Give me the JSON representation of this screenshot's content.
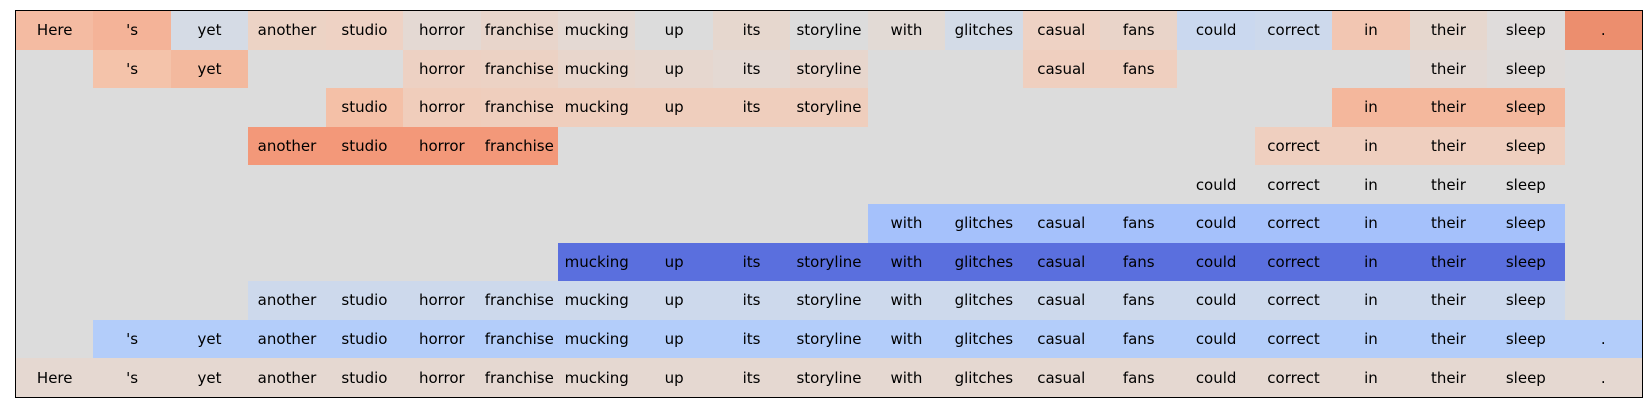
{
  "chart_data": {
    "type": "heatmap",
    "title": "",
    "tokens": [
      "Here",
      "'s",
      "yet",
      "another",
      "studio",
      "horror",
      "franchise",
      "mucking",
      "up",
      "its",
      "storyline",
      "with",
      "glitches",
      "casual",
      "fans",
      "could",
      "correct",
      "in",
      "their",
      "sleep",
      "."
    ],
    "rows": [
      {
        "cells": [
          [
            0,
            "#f4bba2"
          ],
          [
            1,
            "#f4b398"
          ],
          [
            2,
            "#d5dbe5"
          ],
          [
            3,
            "#ecd3c5"
          ],
          [
            4,
            "#eed2c4"
          ],
          [
            5,
            "#e4d9d3"
          ],
          [
            6,
            "#e8d5cb"
          ],
          [
            7,
            "#e4d9d3"
          ],
          [
            8,
            "#dcdcdc"
          ],
          [
            9,
            "#e6d7ce"
          ],
          [
            10,
            "#dcdcdc"
          ],
          [
            11,
            "#e2dad5"
          ],
          [
            12,
            "#d3dbe7"
          ],
          [
            13,
            "#eed2c4"
          ],
          [
            14,
            "#e9d4c9"
          ],
          [
            15,
            "#cad8ef"
          ],
          [
            16,
            "#cdd9ec"
          ],
          [
            17,
            "#f2c6b2"
          ],
          [
            18,
            "#e6d7ce"
          ],
          [
            19,
            "#dfdcdb"
          ],
          [
            20,
            "#ec8e6e"
          ]
        ]
      },
      {
        "cells": [
          [
            1,
            "#f4c3aa"
          ],
          [
            2,
            "#f3b99e"
          ],
          [
            5,
            "#edd1c3"
          ],
          [
            6,
            "#ecd2c4"
          ],
          [
            7,
            "#e8d6cc"
          ],
          [
            8,
            "#e6d7cf"
          ],
          [
            9,
            "#e4d9d3"
          ],
          [
            10,
            "#e7d6cd"
          ],
          [
            13,
            "#efcfbf"
          ],
          [
            14,
            "#efcfbf"
          ],
          [
            18,
            "#e3d9d4"
          ],
          [
            19,
            "#dfdbd9"
          ]
        ]
      },
      {
        "cells": [
          [
            4,
            "#f4c0a7"
          ],
          [
            5,
            "#f0cdbb"
          ],
          [
            6,
            "#efcebd"
          ],
          [
            7,
            "#efcebd"
          ],
          [
            8,
            "#efcebd"
          ],
          [
            9,
            "#efcebd"
          ],
          [
            10,
            "#efcebd"
          ],
          [
            17,
            "#f4b79c"
          ],
          [
            18,
            "#f4b89d"
          ],
          [
            19,
            "#f4b89d"
          ]
        ]
      },
      {
        "cells": [
          [
            3,
            "#f39879"
          ],
          [
            4,
            "#f39879"
          ],
          [
            5,
            "#f39879"
          ],
          [
            6,
            "#f39879"
          ],
          [
            16,
            "#efcfbf"
          ],
          [
            17,
            "#efcfbf"
          ],
          [
            18,
            "#efcfbf"
          ],
          [
            19,
            "#efcfbf"
          ]
        ]
      },
      {
        "cells": [
          [
            15,
            "#dcdcdc"
          ],
          [
            16,
            "#dcdcdc"
          ],
          [
            17,
            "#dcdcdc"
          ],
          [
            18,
            "#dcdcdc"
          ],
          [
            19,
            "#dcdcdc"
          ]
        ]
      },
      {
        "cells": [
          [
            11,
            "#a5c1fb"
          ],
          [
            12,
            "#a5c1fb"
          ],
          [
            13,
            "#a5c1fb"
          ],
          [
            14,
            "#a5c1fb"
          ],
          [
            15,
            "#a5c1fb"
          ],
          [
            16,
            "#a5c1fb"
          ],
          [
            17,
            "#a5c1fb"
          ],
          [
            18,
            "#a5c1fb"
          ],
          [
            19,
            "#a5c1fb"
          ]
        ]
      },
      {
        "cells": [
          [
            7,
            "#5a6fde"
          ],
          [
            8,
            "#5a6fde"
          ],
          [
            9,
            "#5a6fde"
          ],
          [
            10,
            "#5a6fde"
          ],
          [
            11,
            "#5a6fde"
          ],
          [
            12,
            "#5a6fde"
          ],
          [
            13,
            "#5a6fde"
          ],
          [
            14,
            "#5a6fde"
          ],
          [
            15,
            "#5a6fde"
          ],
          [
            16,
            "#5a6fde"
          ],
          [
            17,
            "#5a6fde"
          ],
          [
            18,
            "#5a6fde"
          ],
          [
            19,
            "#5a6fde"
          ]
        ]
      },
      {
        "cells": [
          [
            3,
            "#cdd9ec"
          ],
          [
            4,
            "#cdd9ec"
          ],
          [
            5,
            "#cdd9ec"
          ],
          [
            6,
            "#cdd9ec"
          ],
          [
            7,
            "#cdd9ec"
          ],
          [
            8,
            "#cdd9ec"
          ],
          [
            9,
            "#cdd9ec"
          ],
          [
            10,
            "#cdd9ec"
          ],
          [
            11,
            "#cdd9ec"
          ],
          [
            12,
            "#cdd9ec"
          ],
          [
            13,
            "#cdd9ec"
          ],
          [
            14,
            "#cdd9ec"
          ],
          [
            15,
            "#cdd9ec"
          ],
          [
            16,
            "#cdd9ec"
          ],
          [
            17,
            "#cdd9ec"
          ],
          [
            18,
            "#cdd9ec"
          ],
          [
            19,
            "#cdd9ec"
          ]
        ]
      },
      {
        "cells": [
          [
            1,
            "#b3cdfa"
          ],
          [
            2,
            "#b3cdfa"
          ],
          [
            3,
            "#b3cdfa"
          ],
          [
            4,
            "#b3cdfa"
          ],
          [
            5,
            "#b3cdfa"
          ],
          [
            6,
            "#b3cdfa"
          ],
          [
            7,
            "#b3cdfa"
          ],
          [
            8,
            "#b3cdfa"
          ],
          [
            9,
            "#b3cdfa"
          ],
          [
            10,
            "#b3cdfa"
          ],
          [
            11,
            "#b3cdfa"
          ],
          [
            12,
            "#b3cdfa"
          ],
          [
            13,
            "#b3cdfa"
          ],
          [
            14,
            "#b3cdfa"
          ],
          [
            15,
            "#b3cdfa"
          ],
          [
            16,
            "#b3cdfa"
          ],
          [
            17,
            "#b3cdfa"
          ],
          [
            18,
            "#b3cdfa"
          ],
          [
            19,
            "#b3cdfa"
          ],
          [
            20,
            "#b3cdfa"
          ]
        ]
      },
      {
        "cells": [
          [
            0,
            "#e5d8d1"
          ],
          [
            1,
            "#e5d8d1"
          ],
          [
            2,
            "#e5d8d1"
          ],
          [
            3,
            "#e5d8d1"
          ],
          [
            4,
            "#e5d8d1"
          ],
          [
            5,
            "#e5d8d1"
          ],
          [
            6,
            "#e5d8d1"
          ],
          [
            7,
            "#e5d8d1"
          ],
          [
            8,
            "#e5d8d1"
          ],
          [
            9,
            "#e5d8d1"
          ],
          [
            10,
            "#e5d8d1"
          ],
          [
            11,
            "#e5d8d1"
          ],
          [
            12,
            "#e5d8d1"
          ],
          [
            13,
            "#e5d8d1"
          ],
          [
            14,
            "#e5d8d1"
          ],
          [
            15,
            "#e5d8d1"
          ],
          [
            16,
            "#e5d8d1"
          ],
          [
            17,
            "#e5d8d1"
          ],
          [
            18,
            "#e5d8d1"
          ],
          [
            19,
            "#e5d8d1"
          ],
          [
            20,
            "#e5d8d1"
          ]
        ]
      }
    ]
  }
}
